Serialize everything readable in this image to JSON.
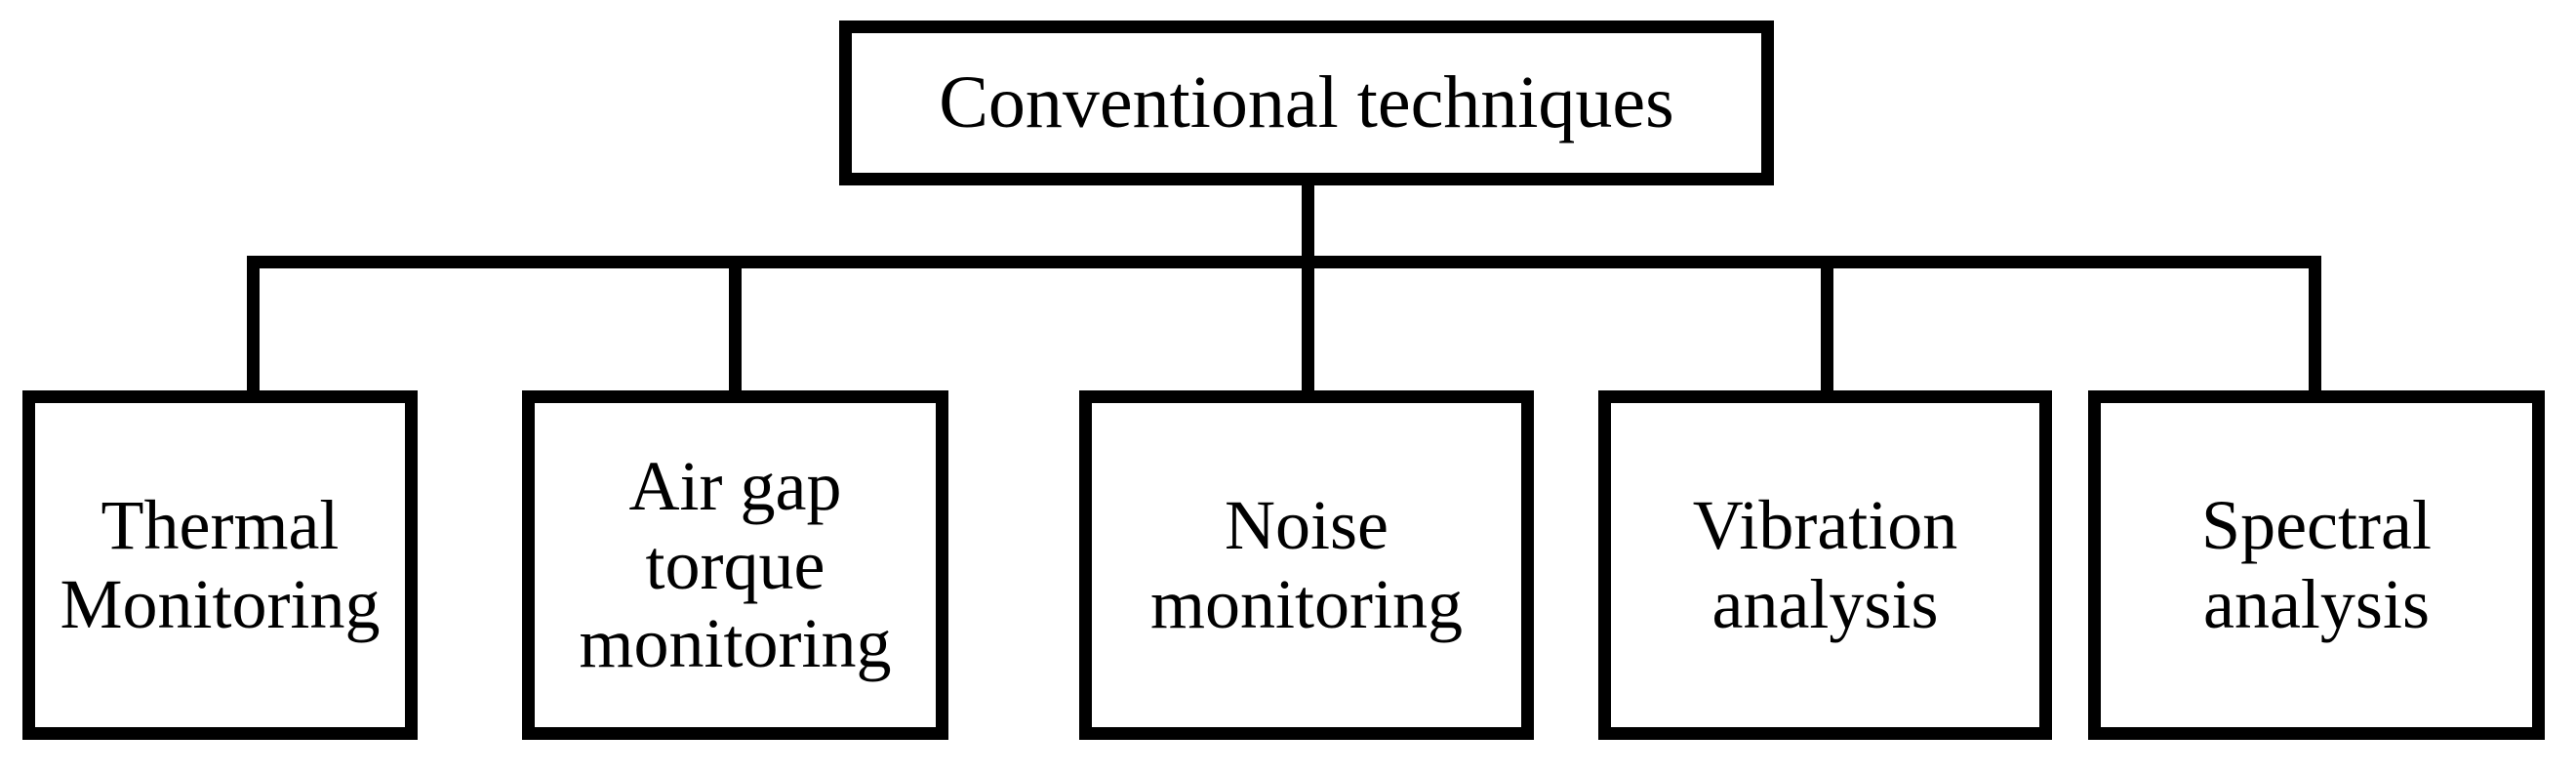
{
  "diagram": {
    "type": "hierarchy-tree",
    "orientation": "top-down",
    "root": {
      "label": "Conventional techniques"
    },
    "children": [
      {
        "label": "Thermal\nMonitoring"
      },
      {
        "label": "Air gap\ntorque\nmonitoring"
      },
      {
        "label": "Noise\nmonitoring"
      },
      {
        "label": "Vibration\nanalysis"
      },
      {
        "label": "Spectral\nanalysis"
      }
    ],
    "colors": {
      "background": "#ffffff",
      "stroke": "#000000",
      "text": "#000000",
      "fill": "#ffffff"
    }
  }
}
